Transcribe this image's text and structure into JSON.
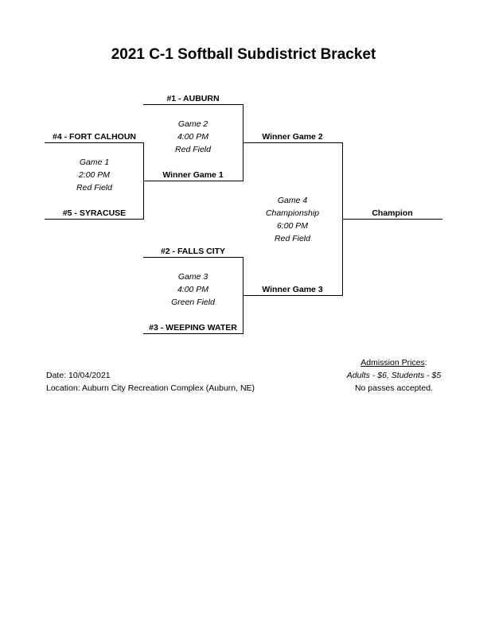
{
  "title": "2021 C-1 Softball Subdistrict Bracket",
  "teams": {
    "seed1": "#1 - AUBURN",
    "seed4": "#4 - FORT CALHOUN",
    "seed5": "#5 - SYRACUSE",
    "seed2": "#2 - FALLS CITY",
    "seed3": "#3 - WEEPING WATER"
  },
  "games": {
    "game1": {
      "name": "Game 1",
      "time": "2:00 PM",
      "field": "Red Field"
    },
    "game2": {
      "name": "Game 2",
      "time": "4:00 PM",
      "field": "Red Field"
    },
    "game3": {
      "name": "Game 3",
      "time": "4:00 PM",
      "field": "Green Field"
    },
    "game4": {
      "name": "Game 4",
      "round": "Championship",
      "time": "6:00 PM",
      "field": "Red Field"
    }
  },
  "winners": {
    "game1": "Winner Game 1",
    "game2": "Winner Game 2",
    "game3": "Winner Game 3",
    "champion": "Champion"
  },
  "info": {
    "date": "Date: 10/04/2021",
    "location": "Location: Auburn City Recreation Complex (Auburn, NE)"
  },
  "admission": {
    "heading": "Admission Prices",
    "heading_suffix": ":",
    "prices": "Adults - $6, Students - $5",
    "note": "No passes accepted."
  }
}
